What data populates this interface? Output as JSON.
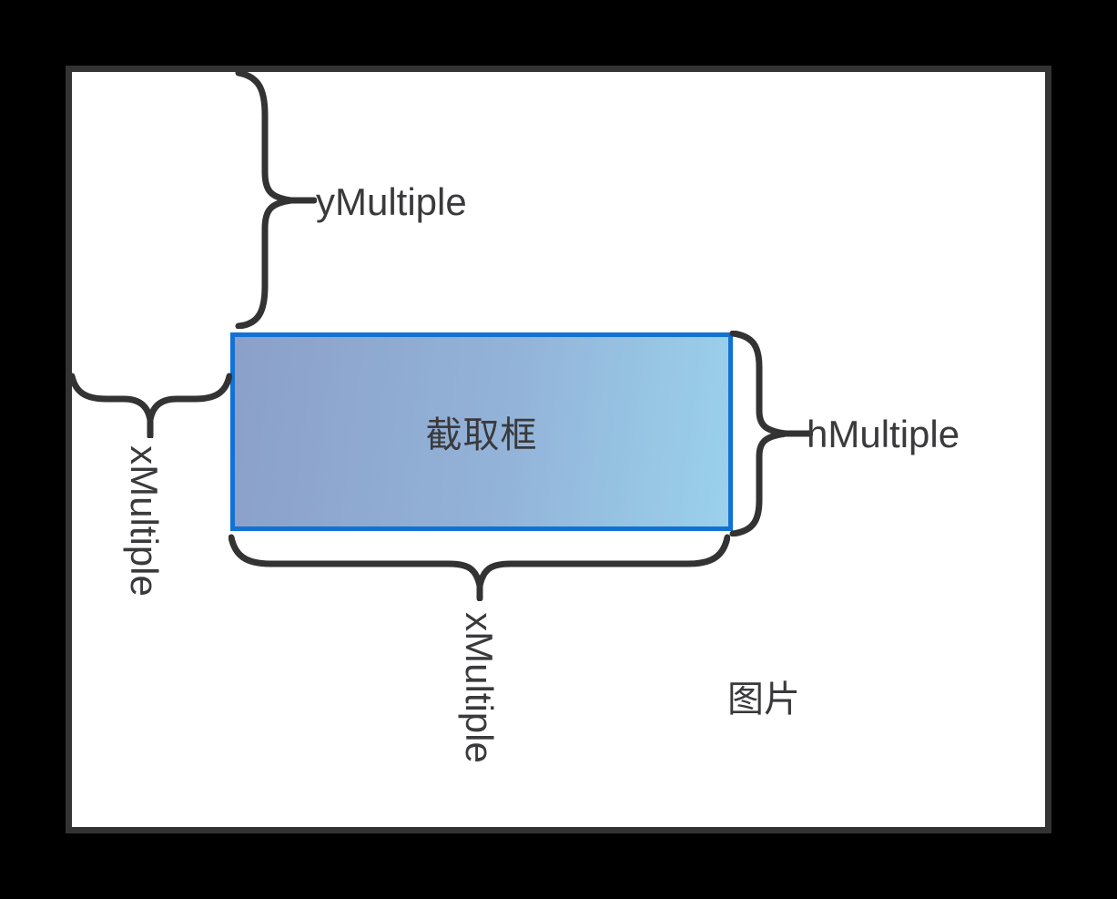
{
  "diagram": {
    "image_area": {
      "label": "图片"
    },
    "crop_box": {
      "label": "截取框",
      "border_color": "#1272d4",
      "fill_gradient_start": "#8ba0c9",
      "fill_gradient_end": "#9ad1ec"
    },
    "annotations": {
      "top_offset_label": "yMultiple",
      "left_offset_label": "xMultiple",
      "width_label": "xMultiple",
      "height_label": "hMultiple"
    },
    "style": {
      "background_color": "#000000",
      "frame_border_color": "#333333",
      "brace_color": "#333333",
      "text_color": "#3a3a3c"
    }
  }
}
